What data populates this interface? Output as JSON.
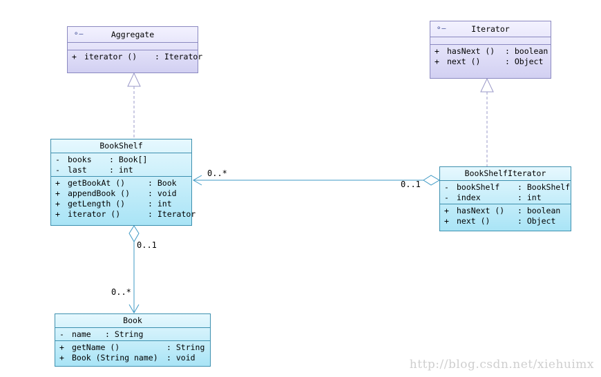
{
  "colors": {
    "interface_border": "#8a88c0",
    "class_border": "#3c8fae",
    "link": "#3c98c4",
    "realization": "#9a98c8"
  },
  "classes": {
    "aggregate": {
      "title": "Aggregate",
      "attributes": [],
      "operations": [
        {
          "vis": "+",
          "name": "iterator ()",
          "type": ": Iterator"
        }
      ]
    },
    "iterator": {
      "title": "Iterator",
      "attributes": [],
      "operations": [
        {
          "vis": "+",
          "name": "hasNext ()",
          "type": ": boolean"
        },
        {
          "vis": "+",
          "name": "next ()",
          "type": ": Object"
        }
      ]
    },
    "bookshelf": {
      "title": "BookShelf",
      "attributes": [
        {
          "vis": "-",
          "name": "books",
          "type": ": Book[]"
        },
        {
          "vis": "-",
          "name": "last",
          "type": ": int"
        }
      ],
      "operations": [
        {
          "vis": "+",
          "name": "getBookAt ()",
          "type": ": Book"
        },
        {
          "vis": "+",
          "name": "appendBook ()",
          "type": ": void"
        },
        {
          "vis": "+",
          "name": "getLength ()",
          "type": ": int"
        },
        {
          "vis": "+",
          "name": "iterator ()",
          "type": ": Iterator"
        }
      ]
    },
    "bookshelf_iterator": {
      "title": "BookShelfIterator",
      "attributes": [
        {
          "vis": "-",
          "name": "bookShelf",
          "type": ": BookShelf"
        },
        {
          "vis": "-",
          "name": "index",
          "type": ": int"
        }
      ],
      "operations": [
        {
          "vis": "+",
          "name": "hasNext ()",
          "type": ": boolean"
        },
        {
          "vis": "+",
          "name": "next ()",
          "type": ": Object"
        }
      ]
    },
    "book": {
      "title": "Book",
      "attributes": [
        {
          "vis": "-",
          "name": "name",
          "type": ": String"
        }
      ],
      "operations": [
        {
          "vis": "+",
          "name": "getName ()",
          "type": ": String"
        },
        {
          "vis": "+",
          "name": "Book (String name)",
          "type": ": void"
        }
      ]
    }
  },
  "multiplicities": {
    "bookshelf_side": "0..*",
    "iterator_side": "0..1",
    "shelf_to_book_top": "0..1",
    "shelf_to_book_bottom": "0..*"
  },
  "watermark": "http://blog.csdn.net/xiehuimx"
}
